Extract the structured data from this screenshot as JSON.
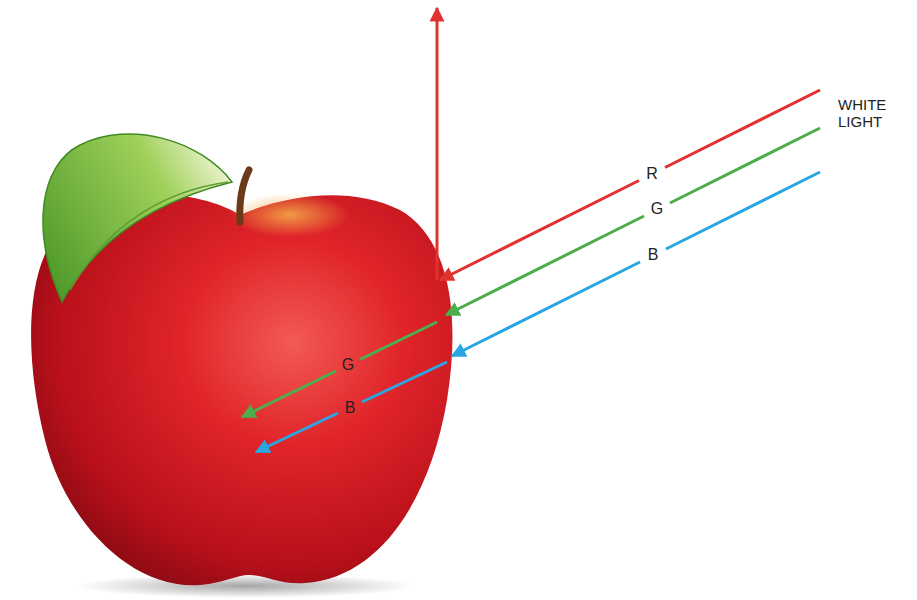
{
  "diagram": {
    "labels": [
      "R",
      "G",
      "B",
      "WHITE LIGHT",
      "G",
      "B"
    ]
  }
}
